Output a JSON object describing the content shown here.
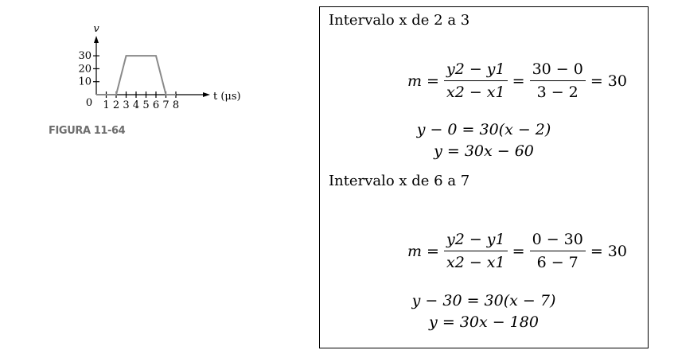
{
  "figure": {
    "y_axis_label": "v",
    "x_axis_label": "t (μs)",
    "y_ticks": [
      "30",
      "20",
      "10"
    ],
    "x_ticks": [
      "1",
      "2",
      "3",
      "4",
      "5",
      "6",
      "7",
      "8"
    ],
    "origin_label": "0",
    "caption": "FIGURA 11-64",
    "waveform_points": [
      [
        0,
        0
      ],
      [
        2,
        0
      ],
      [
        3,
        30
      ],
      [
        6,
        30
      ],
      [
        7,
        0
      ],
      [
        8,
        0
      ]
    ]
  },
  "solution": {
    "interval1": {
      "heading": "Intervalo x de 2 a 3",
      "m_label": "m =",
      "frac1_num": "y2 − y1",
      "frac1_den": "x2 − x1",
      "eq": "=",
      "frac2_num": "30 − 0",
      "frac2_den": "3 − 2",
      "result": "= 30",
      "line1": "y − 0 = 30(x − 2)",
      "line2": "y = 30x − 60"
    },
    "interval2": {
      "heading": "Intervalo x de 6 a 7",
      "m_label": "m =",
      "frac1_num": "y2 − y1",
      "frac1_den": "x2 − x1",
      "eq": "=",
      "frac2_num": "0 − 30",
      "frac2_den": "6 − 7",
      "result": "= 30",
      "line1": "y − 30 = 30(x − 7)",
      "line2": "y = 30x − 180"
    }
  }
}
